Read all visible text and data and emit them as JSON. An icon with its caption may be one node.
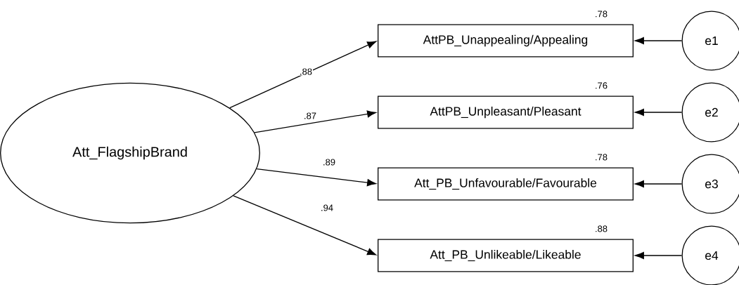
{
  "diagram": {
    "nodes": [
      {
        "text": [
          "Att_FlagshipBrand"
        ]
      },
      {
        "text": [
          "AttPB_Unappealing/Appealing"
        ],
        "beside": [
          ".78"
        ]
      },
      {
        "text": [
          "AttPB_Unpleasant/Pleasant"
        ],
        "beside": [
          ".76"
        ]
      },
      {
        "text": [
          "Att_PB_Unfavourable/Favourable"
        ],
        "beside": [
          ".78"
        ]
      },
      {
        "text": [
          "Att_PB_Unlikeable/Likeable"
        ],
        "beside": [
          ".88"
        ]
      },
      {
        "text": [
          "e1"
        ]
      },
      {
        "text": [
          "e2"
        ]
      },
      {
        "text": [
          "e3"
        ]
      },
      {
        "text": [
          "e4"
        ]
      }
    ],
    "edges": [
      {
        "from": 0,
        "to": 1,
        "arrow": "to",
        "label": ".88"
      },
      {
        "from": 0,
        "to": 2,
        "arrow": "to",
        "label": ".87"
      },
      {
        "from": 0,
        "to": 3,
        "arrow": "to",
        "label": ".89"
      },
      {
        "from": 0,
        "to": 4,
        "arrow": "to",
        "label": ".94"
      },
      {
        "from": 5,
        "to": 1,
        "arrow": "to"
      },
      {
        "from": 6,
        "to": 2,
        "arrow": "to"
      },
      {
        "from": 7,
        "to": 3,
        "arrow": "to"
      },
      {
        "from": 8,
        "to": 4,
        "arrow": "to"
      }
    ]
  }
}
